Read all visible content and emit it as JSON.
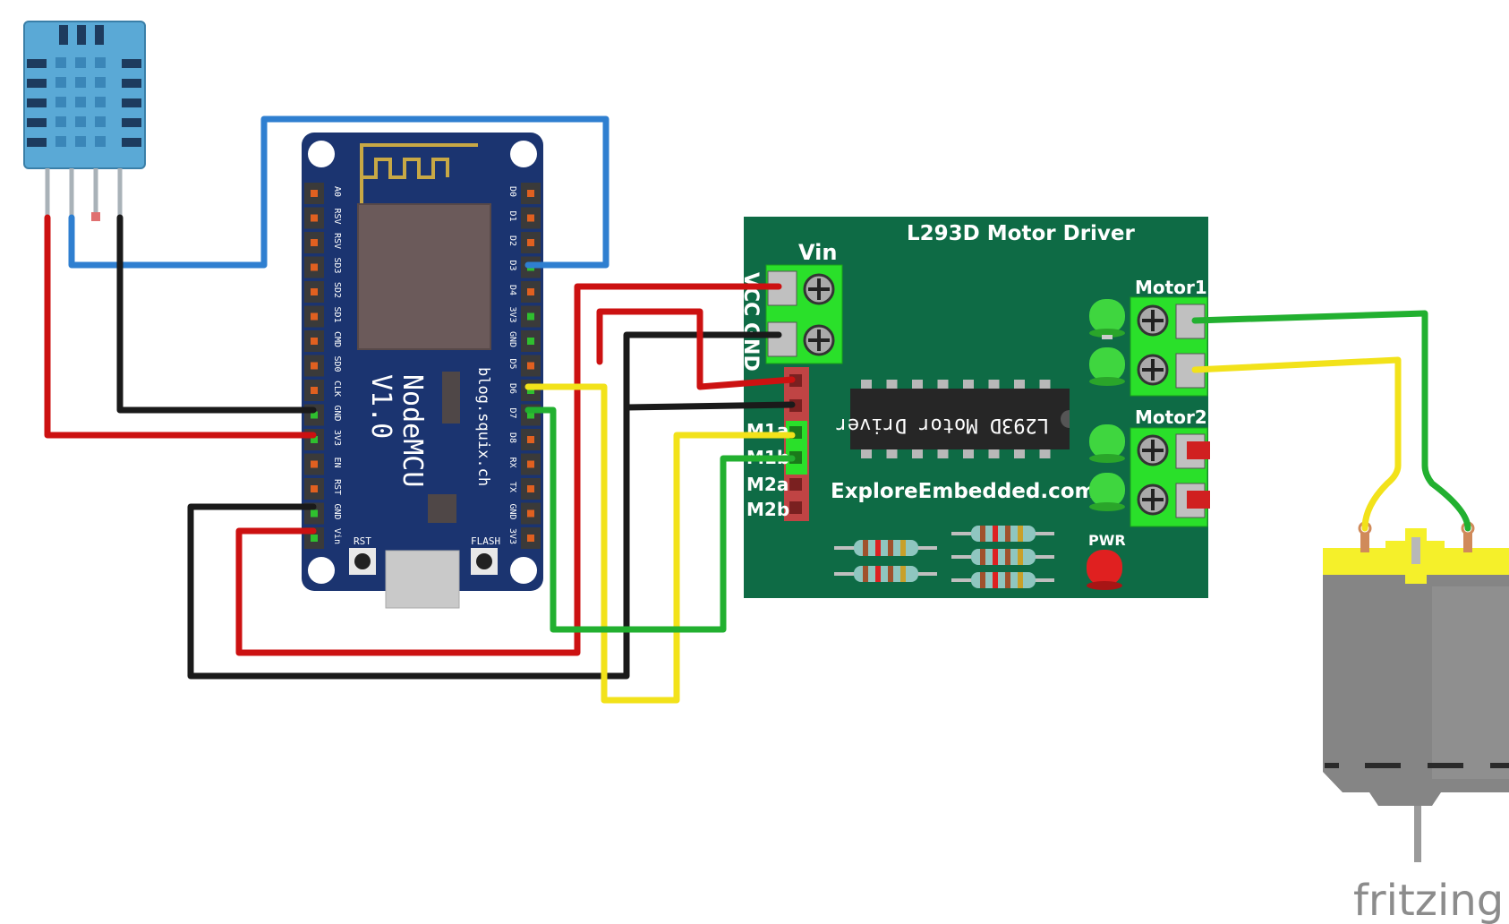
{
  "nodemcu": {
    "title": "NodeMCU",
    "version": "V1.0",
    "site": "blog.squix.ch",
    "rst_label": "RST",
    "flash_label": "FLASH",
    "left_pins": [
      "A0",
      "RSV",
      "RSV",
      "SD3",
      "SD2",
      "SD1",
      "CMD",
      "SD0",
      "CLK",
      "GND",
      "3V3",
      "EN",
      "RST",
      "GND",
      "Vin"
    ],
    "right_pins": [
      "D0",
      "D1",
      "D2",
      "D3",
      "D4",
      "3V3",
      "GND",
      "D5",
      "D6",
      "D7",
      "D8",
      "RX",
      "TX",
      "GND",
      "3V3"
    ]
  },
  "driver": {
    "title": "L293D Motor Driver",
    "vin_label": "Vin",
    "vcc_label": "VCC",
    "gnd_label": "GND",
    "motor1_label": "Motor1",
    "motor2_label": "Motor2",
    "pwr_label": "PWR",
    "chip_label": "L293D Motor Driver",
    "site": "ExploreEmbedded.com",
    "header_labels": [
      "M1a",
      "M1b",
      "M2a",
      "M2b"
    ]
  },
  "watermark": "fritzing",
  "colors": {
    "wire_red": "#cc1111",
    "wire_black": "#1a1a1a",
    "wire_blue": "#2f7fd0",
    "wire_yellow": "#f2e21a",
    "wire_green": "#22b030",
    "board_green": "#0e6b45",
    "nodemcu_blue": "#1b3470",
    "dht_blue": "#5aa9d6"
  }
}
